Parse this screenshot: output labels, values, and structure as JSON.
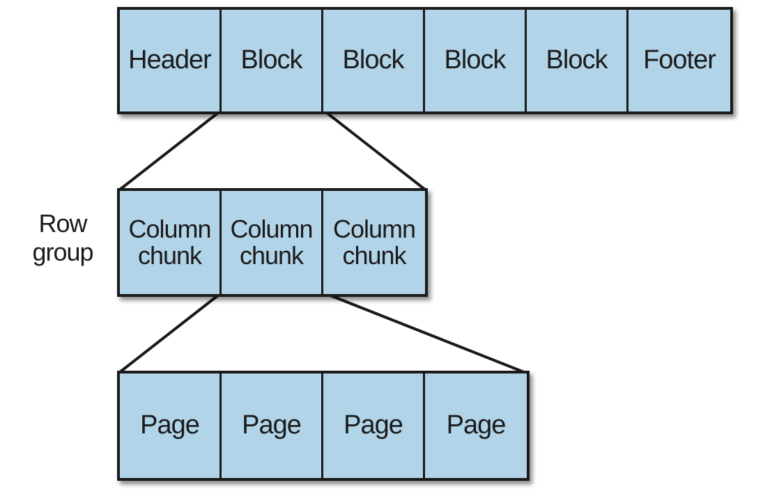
{
  "colors": {
    "cell_fill": "#b2d4e8",
    "stroke": "#1a1a1a",
    "background": "#ffffff"
  },
  "file_row": {
    "cells": [
      "Header",
      "Block",
      "Block",
      "Block",
      "Block",
      "Footer"
    ]
  },
  "row_group": {
    "label": "Row\ngroup",
    "cells": [
      "Column\nchunk",
      "Column\nchunk",
      "Column\nchunk"
    ]
  },
  "page_row": {
    "cells": [
      "Page",
      "Page",
      "Page",
      "Page"
    ]
  }
}
